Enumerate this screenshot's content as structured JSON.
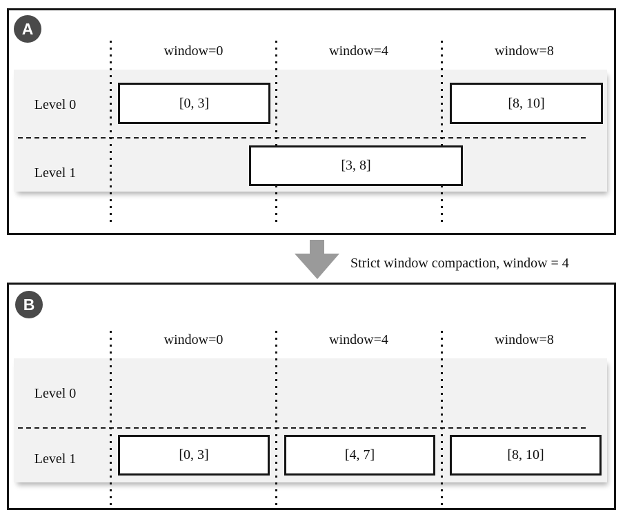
{
  "caption": "Strict window compaction, window = 4",
  "colors": {
    "band_gray": "#f2f2f2",
    "badge_gray": "#4a4a4a",
    "arrow_gray": "#9a9a9a",
    "line_black": "#151515"
  },
  "panels": [
    {
      "badge": "A",
      "columns": [
        "window=0",
        "window=4",
        "window=8"
      ],
      "levels": [
        "Level 0",
        "Level 1"
      ],
      "runs": [
        {
          "level": "Level 0",
          "window": "window=0",
          "label": "[0, 3]"
        },
        {
          "level": "Level 0",
          "window": "window=8",
          "label": "[8, 10]"
        },
        {
          "level": "Level 1",
          "window": "window=0..window=8 (spanning)",
          "label": "[3, 8]"
        }
      ]
    },
    {
      "badge": "B",
      "columns": [
        "window=0",
        "window=4",
        "window=8"
      ],
      "levels": [
        "Level 0",
        "Level 1"
      ],
      "runs": [
        {
          "level": "Level 1",
          "window": "window=0",
          "label": "[0, 3]"
        },
        {
          "level": "Level 1",
          "window": "window=4",
          "label": "[4, 7]"
        },
        {
          "level": "Level 1",
          "window": "window=8",
          "label": "[8, 10]"
        }
      ]
    }
  ]
}
